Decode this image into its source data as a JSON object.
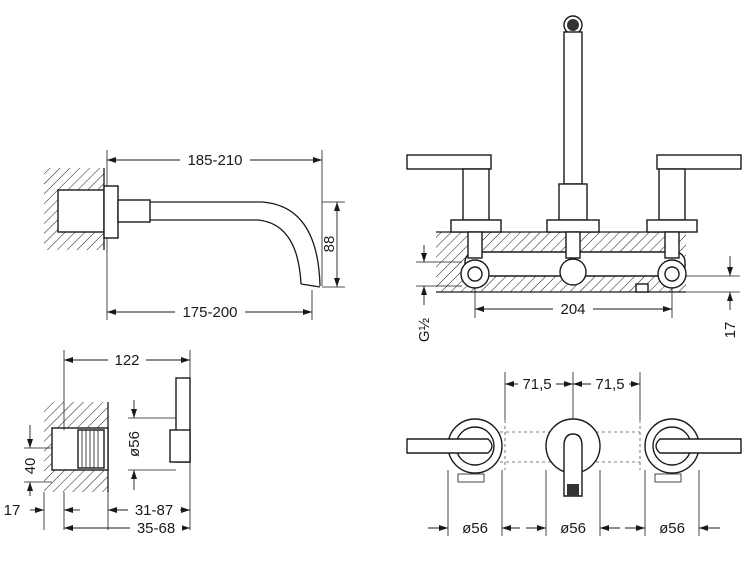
{
  "side_view": {
    "dim_total_top": "185-210",
    "dim_total_bottom": "175-200",
    "dim_height": "88"
  },
  "box_view": {
    "dim_depth": "122",
    "dim_flange": "ø56",
    "dim_height": "40",
    "dim_offset": "17",
    "dim_range_inner": "31-87",
    "dim_range_outer": "35-68"
  },
  "front_view": {
    "dim_spacing": "204",
    "dim_thread": "G½",
    "dim_right": "17"
  },
  "top_view": {
    "dim_left_pitch": "71,5",
    "dim_right_pitch": "71,5",
    "dim_left_dia": "ø56",
    "dim_mid_dia": "ø56",
    "dim_right_dia": "ø56"
  }
}
